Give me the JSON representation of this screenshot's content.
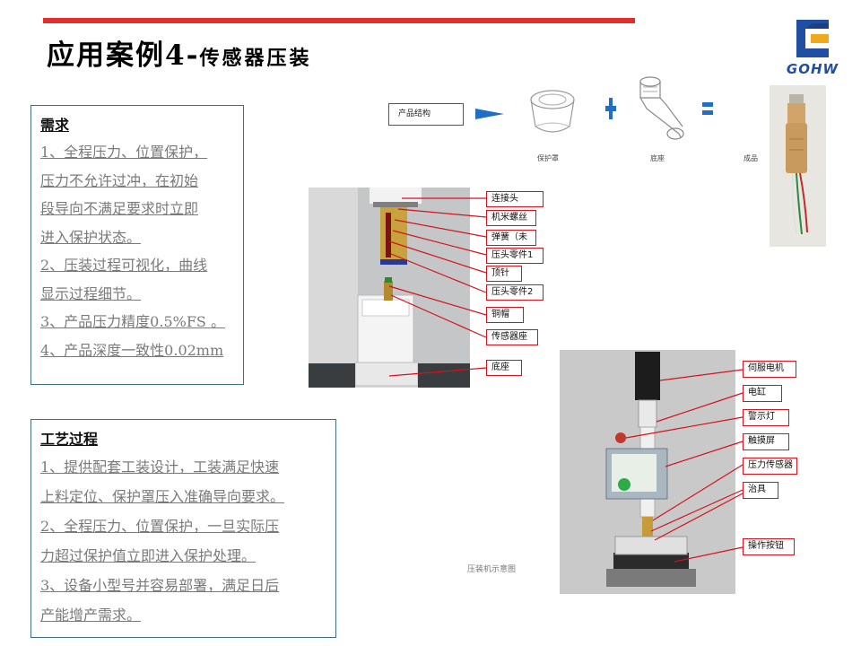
{
  "title": {
    "main": "应用案例4-",
    "sub": "传感器压装"
  },
  "logo": {
    "text": "GOHW"
  },
  "requirements": {
    "heading": "需求",
    "lines": [
      "1、全程压力、位置保护，",
      "压力不允许过冲，在初始",
      "段导向不满足要求时立即",
      "进入保护状态。",
      "2、压装过程可视化，曲线",
      "显示过程细节。",
      "3、产品压力精度0.5%FS 。",
      "4、产品深度一致性0.02mm"
    ]
  },
  "process": {
    "heading": "工艺过程",
    "lines": [
      "1、提供配套工装设计，工装满足快速",
      "上料定位、保护罩压入准确导向要求。",
      "2、全程压力、位置保护，一旦实际压",
      "力超过保护值立即进入保护处理。",
      "3、设备小型号并容易部署，满足日后",
      "产能增产需求。"
    ]
  },
  "structure": {
    "label": "产品结构",
    "part1": "保护罩",
    "part2": "底座",
    "result": "成品"
  },
  "fixture_callouts": [
    "连接头",
    "机米螺丝",
    "弹簧（未",
    "压头零件1",
    "顶针",
    "压头零件2",
    "铜帽",
    "传感器座",
    "底座"
  ],
  "machine_callouts": [
    "伺服电机",
    "电缸",
    "警示灯",
    "触摸屏",
    "压力传感器",
    "治具",
    "操作按钮"
  ],
  "caption": "压装机示意图",
  "colors": {
    "accent_red": "#e32d2d",
    "callout_red": "#d6121c",
    "arrow_blue": "#1f6fc4",
    "box_border": "#3e6f86"
  }
}
